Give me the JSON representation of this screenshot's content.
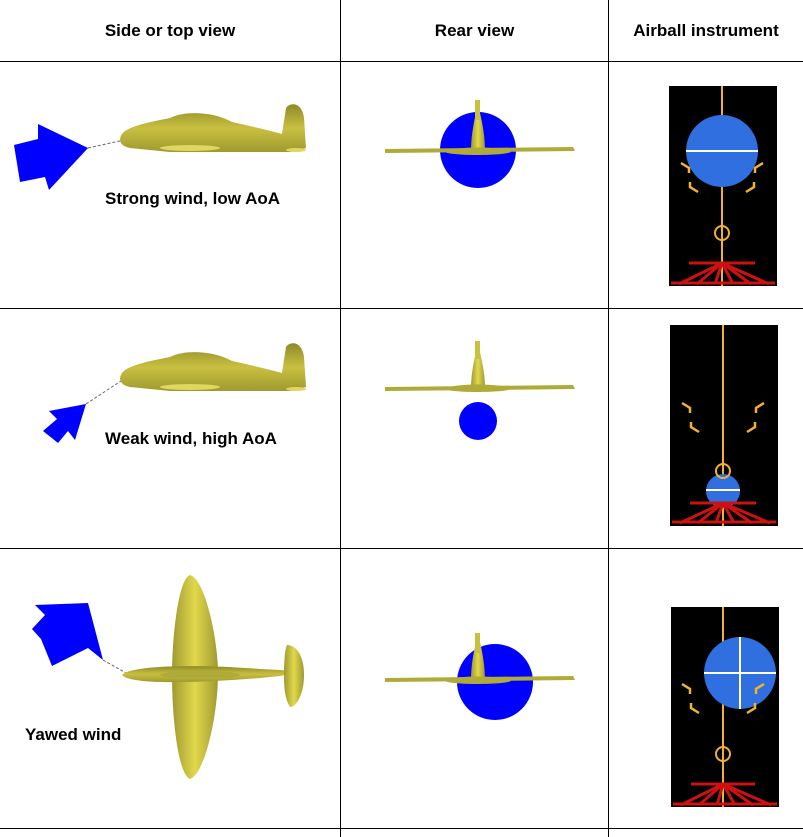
{
  "headers": {
    "col1": "Side or top view",
    "col2": "Rear view",
    "col3": "Airball instrument"
  },
  "rows": [
    {
      "caption": "Strong wind, low AoA"
    },
    {
      "caption": "Weak wind, high AoA"
    },
    {
      "caption": "Yawed wind"
    }
  ],
  "colors": {
    "wind_arrow": "#0000ff",
    "airplane": "#c9c040",
    "airball": "#2f6fe0",
    "instrument_background": "#000000",
    "instrument_lines": "#f2b22f",
    "ground_lines": "#cc1111",
    "ball_crosshair": "#ffffff"
  },
  "icons": [
    "wind-arrow-icon",
    "airplane-side-icon",
    "airplane-top-icon",
    "airplane-rear-icon",
    "airball-icon"
  ]
}
